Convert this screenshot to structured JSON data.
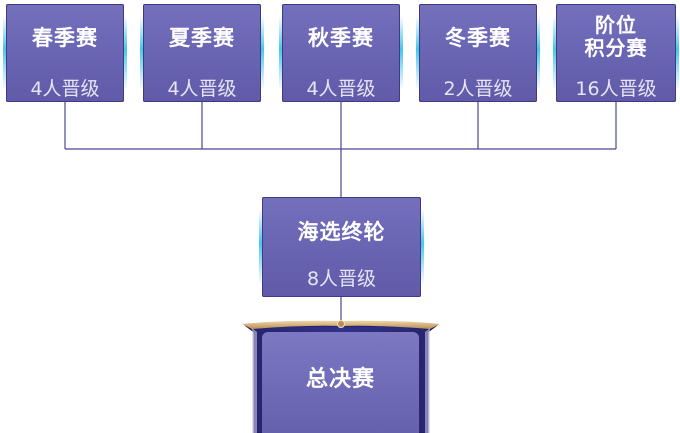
{
  "stages": [
    {
      "name": "春季赛",
      "quota": "4人晋级"
    },
    {
      "name": "夏季赛",
      "quota": "4人晋级"
    },
    {
      "name": "秋季赛",
      "quota": "4人晋级"
    },
    {
      "name": "冬季赛",
      "quota": "2人晋级"
    },
    {
      "name_line1": "阶位",
      "name_line2": "积分赛",
      "quota": "16人晋级"
    }
  ],
  "qualifier": {
    "name": "海选终轮",
    "quota": "8人晋级"
  },
  "final": {
    "name": "总决赛"
  },
  "colors": {
    "card": "#6964b2",
    "card_border": "#3e3a86",
    "connector": "#4a4892",
    "glow": "#46c6ea",
    "frame_gold": "#d9b98a"
  }
}
